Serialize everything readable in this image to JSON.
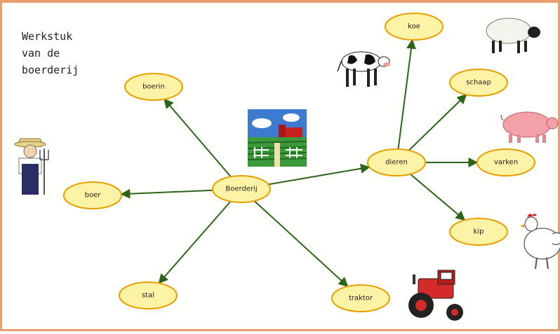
{
  "title_lines": [
    "Werkstuk",
    "van de",
    "boerderij"
  ],
  "colors": {
    "node_fill": "#fdf3a6",
    "node_stroke": "#e8a000",
    "edge": "#2c6418",
    "border": "#e8a070"
  },
  "nodes": [
    {
      "id": "boerderij",
      "label": "Boerderij"
    },
    {
      "id": "boerin",
      "label": "boerin"
    },
    {
      "id": "boer",
      "label": "boer"
    },
    {
      "id": "stal",
      "label": "stal"
    },
    {
      "id": "traktor",
      "label": "traktor"
    },
    {
      "id": "dieren",
      "label": "dieren"
    },
    {
      "id": "koe",
      "label": "koe"
    },
    {
      "id": "schaap",
      "label": "schaap"
    },
    {
      "id": "varken",
      "label": "varken"
    },
    {
      "id": "kip",
      "label": "kip"
    }
  ],
  "edges": [
    {
      "from": "boerderij",
      "to": "boerin"
    },
    {
      "from": "boerderij",
      "to": "boer"
    },
    {
      "from": "boerderij",
      "to": "stal"
    },
    {
      "from": "boerderij",
      "to": "traktor"
    },
    {
      "from": "boerderij",
      "to": "dieren"
    },
    {
      "from": "dieren",
      "to": "koe"
    },
    {
      "from": "dieren",
      "to": "schaap"
    },
    {
      "from": "dieren",
      "to": "varken"
    },
    {
      "from": "dieren",
      "to": "kip"
    }
  ],
  "illustrations": [
    "farm-landscape",
    "farmer",
    "cow",
    "sheep",
    "pig",
    "chicken",
    "tractor"
  ]
}
